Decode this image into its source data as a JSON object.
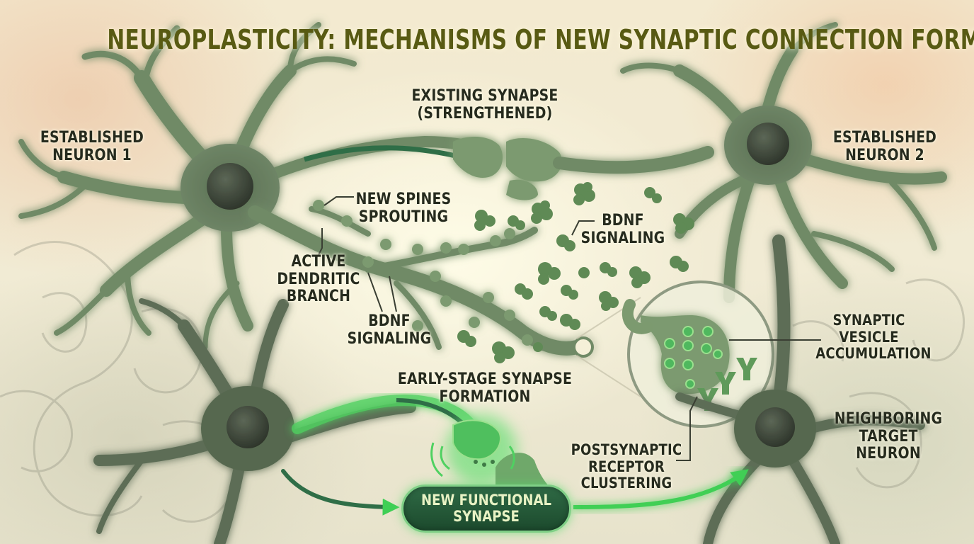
{
  "title": "NEUROPLASTICITY: MECHANISMS OF NEW SYNAPTIC CONNECTION FORMATION",
  "labels": {
    "neuron1": "ESTABLISHED\nNEURON 1",
    "neuron2": "ESTABLISHED\nNEURON 2",
    "existing_synapse": "EXISTING SYNAPSE\n(STRENGTHENED)",
    "new_spines": "NEW SPINES\nSPROUTING",
    "active_branch": "ACTIVE\nDENDRITIC\nBRANCH",
    "bdnf_lower": "BDNF\nSIGNALING",
    "bdnf_upper": "BDNF\nSIGNALING",
    "early_stage": "EARLY-STAGE SYNAPSE FORMATION",
    "vesicle": "SYNAPTIC\nVESICLE\nACCUMULATION",
    "target_neuron": "NEIGHBORING\nTARGET NEURON",
    "receptor": "POSTSYNAPTIC\nRECEPTOR\nCLUSTERING",
    "new_synapse": "NEW FUNCTIONAL\nSYNAPSE"
  },
  "colors": {
    "neuron_fill": "#6f8a66",
    "soma": "#3b4438",
    "glow": "#9be08e",
    "bdnf": "#5f8a55",
    "accent_green": "#3fcf55",
    "title": "#585a13"
  }
}
